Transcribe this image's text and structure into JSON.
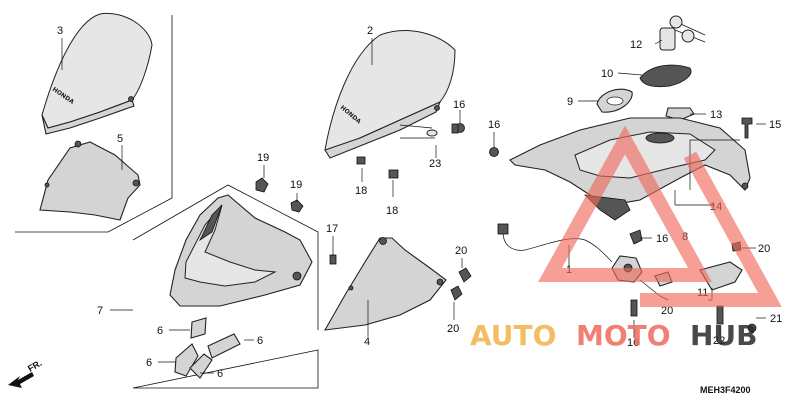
{
  "drawing_code": "MEH3F4200",
  "direction_label": "FR.",
  "part_brand": "HONDA",
  "watermark": {
    "word_a": "AUTO",
    "word_b": "MOTO",
    "word_c": "HUB",
    "colors": {
      "a": "#f2b24a",
      "b": "#ef6a5c",
      "c": "#2a2a2a"
    }
  },
  "callouts": {
    "c1": "1",
    "c2": "2",
    "c3": "3",
    "c4": "4",
    "c5": "5",
    "c6a": "6",
    "c6b": "6",
    "c6c": "6",
    "c6d": "6",
    "c7": "7",
    "c8": "8",
    "c9": "9",
    "c10": "10",
    "c11": "11",
    "c12": "12",
    "c13": "13",
    "c14": "14",
    "c15": "15",
    "c16a": "16",
    "c16b": "16",
    "c16c": "16",
    "c16d": "16",
    "c17": "17",
    "c18a": "18",
    "c18b": "18",
    "c19a": "19",
    "c19b": "19",
    "c20a": "20",
    "c20b": "20",
    "c20c": "20",
    "c20d": "20",
    "c21": "21",
    "c22": "22",
    "c23": "23"
  }
}
